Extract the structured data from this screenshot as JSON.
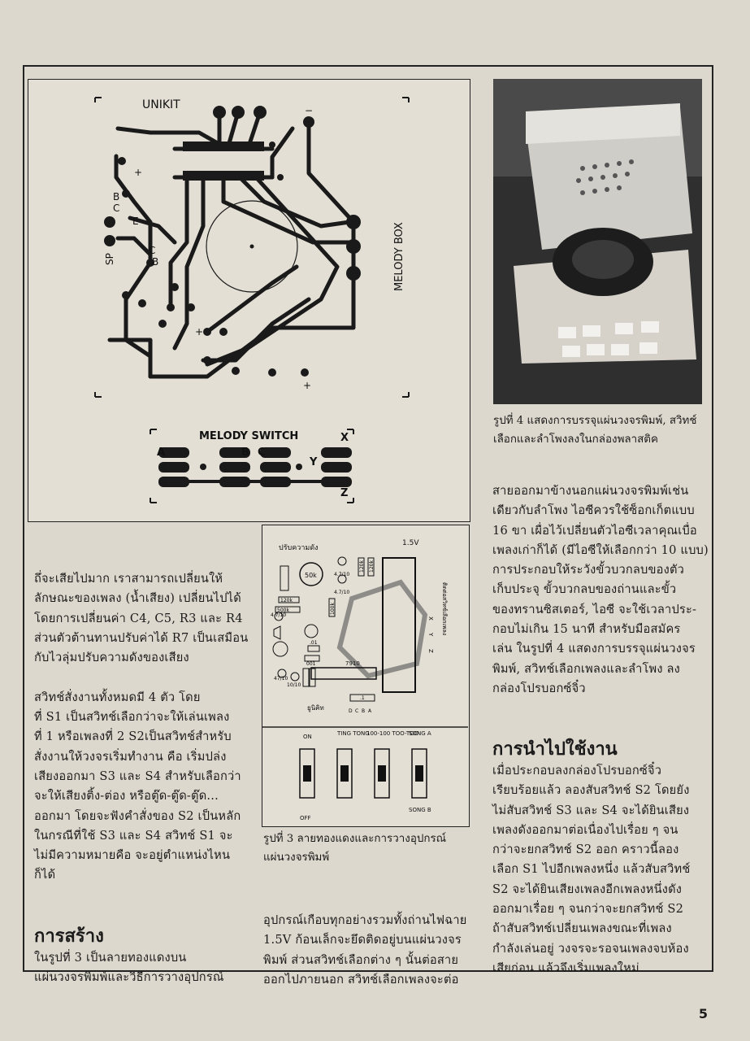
{
  "pcb": {
    "title": "UNIKIT",
    "side_label": "MELODY BOX",
    "switch_title": "MELODY SWITCH",
    "pads": {
      "b1": "B",
      "c1": "C",
      "e": "E",
      "sp": "SP",
      "c2": "C",
      "b2": "B",
      "plus1": "+",
      "plus2": "+",
      "plus3": "+",
      "minus": "−"
    },
    "switch_letters": {
      "a": "A",
      "b": "B",
      "c": "C",
      "x": "X",
      "y": "Y",
      "z": "Z"
    }
  },
  "layout": {
    "top_label": "ปรับความดัง",
    "battery_label": "1.5V",
    "ic_label": "7910",
    "unikit_label": "ยูนิคิท",
    "side_text": "ติดต่อสวิทซ์เลือกเพลง",
    "components": [
      "50k",
      "120k",
      "500k",
      "4.7/10",
      "4.7/10",
      "120k",
      "120k",
      "100k",
      "4.7/10",
      ".01",
      "001",
      "47/10",
      "10/10",
      ".1",
      "D",
      "C",
      "B",
      "A",
      "X",
      "Y",
      "Z"
    ],
    "switch_labels": [
      "ON",
      "TING TONG",
      "100-100 TOO-TOO",
      "SONG A",
      "OFF",
      "SONG B"
    ]
  },
  "captions": {
    "fig3": "รูปที่ 3 ลายทองแดงและการวางอุปกรณ์\nแผ่นวงจรพิมพ์",
    "fig4": "รูปที่ 4 แสดงการบรรจุแผ่นวงจรพิมพ์, สวิทช์\nเลือกและลำโพงลงในกล่องพลาสติค"
  },
  "body": {
    "left_col": "ถึ่จะเสียไปมาก    เราสามารถเปลี่ยนให้\nลักษณะของเพลง (น้ำเสียง) เปลี่ยนไปได้\nโดยการเปลี่ยนค่า C4, C5, R3 และ R4\nส่วนตัวต้านทานปรับค่าได้ R7 เป็นเสมือน\nกับไวลุ่มปรับความดังของเสียง\n\n      สวิทช์สั่งงานทั้งหมดมี 4 ตัว โดย\nที่ S1 เป็นสวิทช์เลือกว่าจะให้เล่นเพลง\nที่ 1 หรือเพลงที่ 2 S2เป็นสวิทช์สำหรับ\nสั่งงานให้วงจรเริ่มทำงาน คือ เริ่มปล่ง\nเสียงออกมา S3 และ S4 สำหรับเลือกว่า\nจะให้เสียงติ้ง-ต่อง หรือตู๊ด-ตู๊ด-ตู๊ด...\nออกมา โดยจะฟังคำสั่งของ S2 เป็นหลัก\nในกรณีที่ใช้ S3 และ S4 สวิทช์ S1 จะ\nไม่มีความหมายคือ จะอยู่ตำแหน่งไหน\nก็ได้",
    "heading_build": "การสร้าง",
    "build_text": "      ในรูปที่ 3 เป็นลายทองแดงบน\nแผ่นวงจรพิมพ์และวิธีการวางอุปกรณ์",
    "mid_bottom": "อุปกรณ์เกือบทุกอย่างรวมทั้งถ่านไฟฉาย\n1.5V   ก้อนเล็กจะยึดติดอยู่บนแผ่นวงจร\nพิมพ์  ส่วนสวิทช์เลือกต่าง ๆ นั้นต่อสาย\nออกไปภายนอก  สวิทช์เลือกเพลงจะต่อ",
    "right_col": "สายออกมาข้างนอกแผ่นวงจรพิมพ์เช่น\nเดียวกับลำโพง   ไอซีควรใช้ซ็อกเก็ตแบบ\n16  ขา  เผื่อไว้เปลี่ยนตัวไอซีเวลาคุณเบื่อ\nเพลงเก่าก็ได้  (มีไอซีให้เลือกกว่า 10 แบบ)\nการประกอบให้ระวังขั้วบวกลบของตัว\nเก็บประจุ   ขั้วบวกลบของถ่านและขั้ว\nของทรานซิสเตอร์, ไอซี   จะใช้เวลาประ-\nกอบไม่เกิน  15  นาที  สำหรับมือสมัคร\nเล่น  ในรูปที่  4  แสดงการบรรจุแผ่นวงจร\nพิมพ์,  สวิทช์เลือกเพลงและลำโพง  ลง\nกล่องโปรบอกซ์จิ๋ว",
    "heading_use": "การนำไปใช้งาน",
    "use_text": "      เมื่อประกอบลงกล่องโปรบอกซ์จิ๋ว\nเรียบร้อยแล้ว  ลองสับสวิทช์ S2  โดยยัง\nไม่สับสวิทช์ S3  และ S4  จะได้ยินเสียง\nเพลงดังออกมาต่อเนื่องไปเรื่อย ๆ จน\nกว่าจะยกสวิทช์  S2  ออก  คราวนี้ลอง\nเลือก S1  ไปอีกเพลงหนึ่ง  แล้วสับสวิทช์\nS2   จะได้ยินเสียงเพลงอีกเพลงหนึ่งดัง\nออกมาเรื่อย ๆ   จนกว่าจะยกสวิทช์ S2\nถ้าสับสวิทช์เปลี่ยนเพลงขณะที่เพลง\nกำลังเล่นอยู่  วงจรจะรอจนเพลงจบห้อง\nเสียก่อน  แล้วจึงเริ่มเพลงใหม่"
  },
  "page_number": "5"
}
